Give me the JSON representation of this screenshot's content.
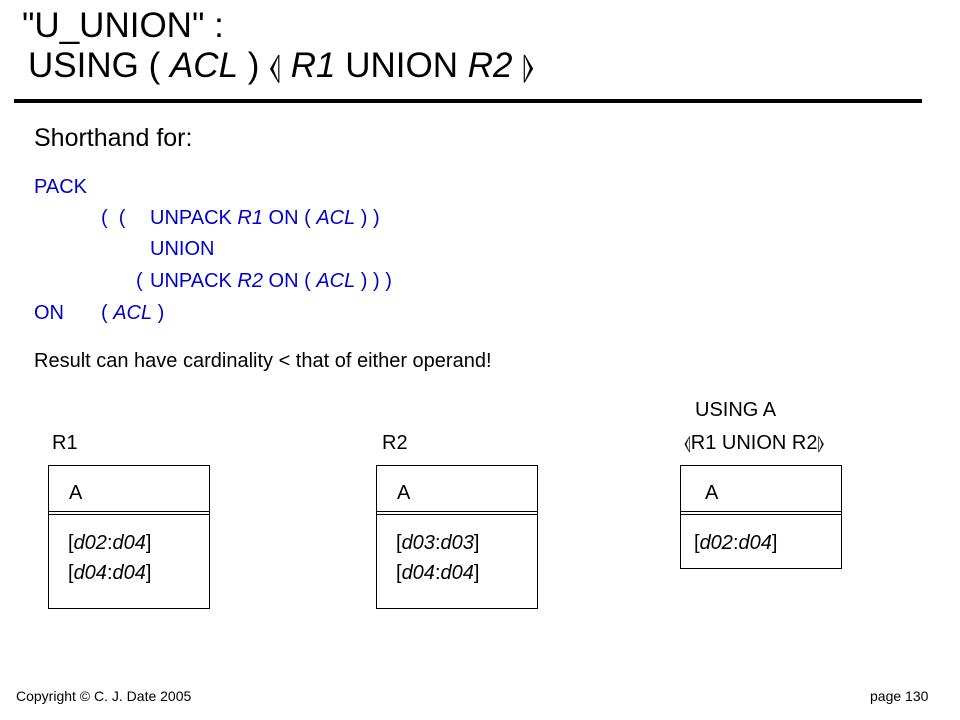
{
  "title": {
    "line1": "\"U_UNION\" :",
    "line2_prefix": "USING ( ",
    "line2_acl": "ACL",
    "line2_mid": " ) ",
    "line2_open": "⦉",
    "line2_r1": "R1",
    "line2_union": " UNION ",
    "line2_r2": "R2",
    "line2_close": "⦊"
  },
  "shorthand": "Shorthand for:",
  "code": {
    "pack": "PACK",
    "l2_parens": "(  (",
    "l2_unpack": "UNPACK ",
    "l2_r1": "R1",
    "l2_on": " ON ( ",
    "l2_acl": "ACL",
    "l2_end": " ) )",
    "union": "UNION",
    "l4_paren": "(",
    "l4_unpack": "UNPACK ",
    "l4_r2": "R2",
    "l4_on": " ON ( ",
    "l4_acl": "ACL",
    "l4_end": " ) ) )",
    "on": "ON",
    "on_paren": "( ",
    "on_acl": "ACL",
    "on_end": " )"
  },
  "result_note": "Result can have cardinality < that of either operand!",
  "relations": [
    {
      "label": "R1",
      "heading": "A",
      "rows": [
        "[d02:d04]",
        "[d04:d04]"
      ]
    },
    {
      "label": "R2",
      "heading": "A",
      "rows": [
        "[d03:d03]",
        "[d04:d04]"
      ]
    },
    {
      "label_line1": "USING A",
      "label_open": "⦉",
      "label_text": "R1 UNION R2",
      "label_close": "⦊",
      "heading": "A",
      "rows": [
        "[d02:d04]"
      ]
    }
  ],
  "footer": {
    "copyright": "Copyright © C. J. Date 2005",
    "page": "page 130"
  }
}
